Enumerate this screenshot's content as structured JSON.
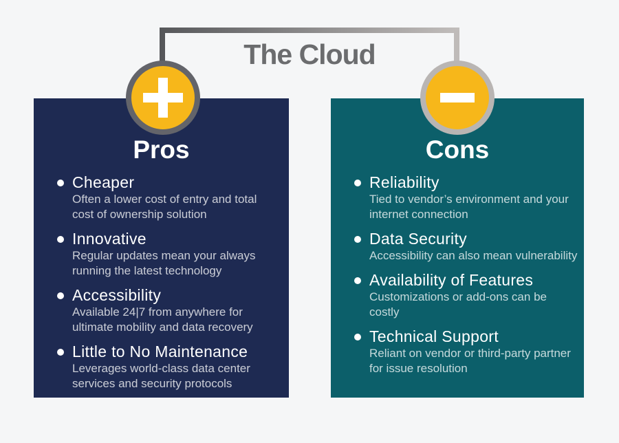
{
  "title": "The Cloud",
  "colors": {
    "background": "#f5f6f7",
    "pros_panel": "#1e2a52",
    "cons_panel": "#0c5f6a",
    "badge_fill": "#f7b71a",
    "badge_ring_pros": "#63646a",
    "badge_ring_cons": "#b9b5b3",
    "title_gray": "#6b6c6e",
    "connector_dark": "#56575a",
    "connector_light": "#c2bebc"
  },
  "pros": {
    "heading": "Pros",
    "icon": "plus-icon",
    "items": [
      {
        "label": "Cheaper",
        "description": "Often a lower cost of entry and total cost of ownership solution"
      },
      {
        "label": "Innovative",
        "description": "Regular updates mean your always running the latest technology"
      },
      {
        "label": "Accessibility",
        "description": "Available 24|7 from anywhere for ultimate mobility and data recovery"
      },
      {
        "label": "Little to No Maintenance",
        "description": "Leverages world-class data center services and security protocols"
      }
    ]
  },
  "cons": {
    "heading": "Cons",
    "icon": "minus-icon",
    "items": [
      {
        "label": "Reliability",
        "description": "Tied to vendor’s environment and your internet connection"
      },
      {
        "label": "Data Security",
        "description": "Accessibility can also mean vulnerability"
      },
      {
        "label": "Availability of Features",
        "description": "Customizations or add-ons can be costly"
      },
      {
        "label": "Technical Support",
        "description": "Reliant on vendor or third-party partner for issue resolution"
      }
    ]
  }
}
